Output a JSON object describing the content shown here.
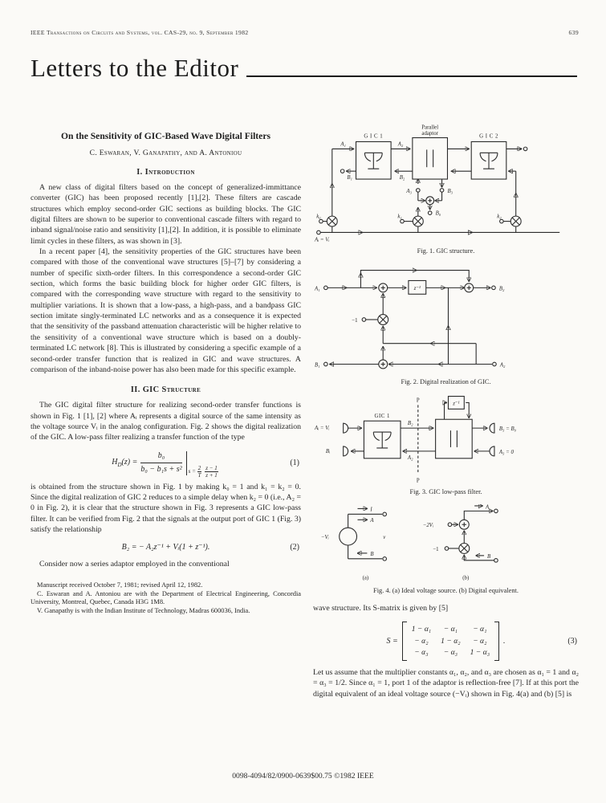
{
  "page": {
    "header_left": "IEEE Transactions on Circuits and Systems, vol. CAS-29, no. 9, September 1982",
    "page_number": "639",
    "banner_title": "Letters to the Editor",
    "footer_line": "0098-4094/82/0900-0639$00.75  ©1982 IEEE"
  },
  "article": {
    "title": "On the Sensitivity of GIC-Based Wave Digital Filters",
    "authors": "C. Eswaran, V. Ganapathy, and A. Antoniou",
    "heading_intro": "I.  Introduction",
    "heading_structure": "II.  GIC Structure",
    "para1": "A new class of digital filters based on the concept of generalized-immittance converter (GIC) has been proposed recently [1],[2]. These filters are cascade structures which employ second-order GIC sections as building blocks. The GIC digital filters are shown to be superior to conventional cascade filters with regard to inband signal/noise ratio and sensitivity [1],[2]. In addition, it is possible to eliminate limit cycles in these filters, as was shown in [3].",
    "para2": "In a recent paper [4], the sensitivity properties of the GIC structures have been compared with those of the conventional wave structures [5]–[7] by considering a number of specific sixth-order filters. In this correspondence a second-order GIC section, which forms the basic building block for higher order GIC filters, is compared with the corresponding wave structure with regard to the sensitivity to multiplier variations. It is shown that a low-pass, a high-pass, and a bandpass GIC section imitate singly-terminated LC networks and as a consequence it is expected that the sensitivity of the passband attenuation characteristic will be higher relative to the sensitivity of a conventional wave structure which is based on a doubly-terminated LC network [8]. This is illustrated by considering a specific example of a second-order transfer function that is realized in GIC and wave structures. A comparison of the inband-noise power has also been made for this specific example.",
    "para3": "The GIC digital filter structure for realizing second-order transfer functions is shown in Fig. 1 [1], [2] where Aᵢ represents a digital source of the same intensity as the voltage source Vᵢ in the analog configuration. Fig. 2 shows the digital realization of the GIC. A low-pass filter realizing a transfer function of the type",
    "para4": "is obtained from the structure shown in Fig. 1 by making k₀ = 1 and k₁ = k₂ = 0. Since the digital realization of GIC 2 reduces to a simple delay when k₂ = 0 (i.e., A₂ = 0 in Fig. 2), it is clear that the structure shown in Fig. 3 represents a GIC low-pass filter. It can be verified from Fig. 2 that the signals at the output port of GIC 1 (Fig. 3) satisfy the relationship",
    "para5": "Consider now a series adaptor employed in the conventional",
    "right_text": "wave structure. Its S-matrix is given by [5]",
    "para6": "Let us assume that the multiplier constants α₁, α₂, and α₃ are chosen as α₁ = 1 and α₂ = α₃ = 1/2. Since α₁ = 1, port 1 of the adaptor is reflection-free [7]. If at this port the digital equivalent of an ideal voltage source (−Vᵢ) shown in Fig. 4(a) and (b) [5] is",
    "footnote1": "Manuscript received October 7, 1981; revised April 12, 1982.",
    "footnote2": "C. Eswaran and A. Antoniou are with the Department of Electrical Engineering, Concordia University, Montreal, Quebec, Canada H3G 1M8.",
    "footnote3": "V. Ganapathy is with the Indian Institute of Technology, Madras 600036, India."
  },
  "equations": {
    "eq1": {
      "lhs_fn": "H",
      "lhs_sub": "D",
      "lhs_rest": "(z) = ",
      "num": "b₀",
      "den": "b₀ − b₁s + s²",
      "cond_lhs": "s =",
      "cond_f1_num": "2",
      "cond_f1_den": "T",
      "cond_f2_num": "z − 1",
      "cond_f2_den": "z + 1",
      "label": "(1)"
    },
    "eq2": {
      "body": "B₂ = − A₂z⁻¹ + Vᵢ(1 + z⁻¹).",
      "label": "(2)"
    },
    "eq3": {
      "lhs": "S =",
      "rows": [
        [
          "1 − α₁",
          "− α₁",
          "− α₁"
        ],
        [
          "− α₂",
          "1 − α₂",
          "− α₂"
        ],
        [
          "− α₃",
          "− α₃",
          "1 − α₃"
        ]
      ],
      "period": ".",
      "label": "(3)"
    }
  },
  "figures": {
    "fig1": {
      "caption": "Fig. 1.   GIC structure.",
      "labels": {
        "gic1": "G I C 1",
        "adaptor_line1": "Parallel",
        "adaptor_line2": "adaptor",
        "gic2": "G I C 2",
        "a1": "A₁",
        "b1": "B₁",
        "a2": "A₂",
        "b2": "B₂",
        "a3": "A₃",
        "b3": "B₃",
        "b0": "B₀",
        "k0": "k₀",
        "k1": "k₁",
        "k2": "k₂",
        "source": "Aᵢ = Vᵢ"
      }
    },
    "fig2": {
      "caption": "Fig. 2.   Digital realization of GIC.",
      "labels": {
        "a1": "A₁",
        "b2": "B₂",
        "minus_one": "−1",
        "delay": "z⁻¹",
        "b1": "B₁",
        "a2": "A₂"
      }
    },
    "fig3": {
      "caption": "Fig. 3.   GIC low-pass filter.",
      "labels": {
        "input": "Aᵢ = Vᵢ",
        "b_in": "Bᵢ",
        "gic1": "GIC 1",
        "b2": "B₂",
        "a2": "A₂",
        "p_top": "P",
        "p_bottom": "P",
        "delay": "z⁻¹",
        "out_top": "B₃ = B₀",
        "out_bottom": "A₃ = 0"
      }
    },
    "fig4": {
      "caption": "Fig. 4.   (a) Ideal voltage source. (b) Digital equivalent.",
      "labels": {
        "source": "−Vᵢ",
        "current": "I",
        "a_top": "A",
        "b_bottom": "B",
        "v": "v",
        "sub_a": "(a)",
        "input": "−2Vᵢ",
        "minus_one": "−1",
        "a_out": "A",
        "b_in": "B",
        "sub_b": "(b)"
      }
    }
  }
}
